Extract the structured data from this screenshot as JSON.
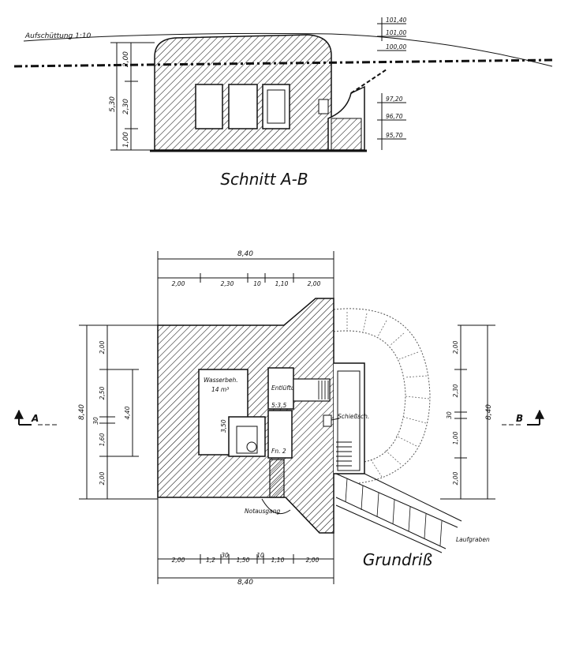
{
  "section": {
    "title": "Schnitt A-B",
    "fill_note": "Aufschüttung 1:10",
    "elev_labels": [
      "101,40",
      "101,00",
      "100,00",
      "97,20",
      "96,70",
      "95,70"
    ],
    "vert_dims": [
      "2,00",
      "2,30",
      "1,00"
    ],
    "total_height": "5,30"
  },
  "plan": {
    "title": "Grundriß",
    "width_total_top": "8,40",
    "width_total_bottom": "8,40",
    "top_dims": [
      "2,00",
      "2,30",
      "10",
      "1,10",
      "2,00"
    ],
    "bottom_dims": [
      "2,00",
      "1,2",
      "30",
      "1,50",
      "10",
      "1,10",
      "2,00"
    ],
    "left_dims": [
      "2,00",
      "2,50",
      "30",
      "1,60",
      "2,00"
    ],
    "left_inner": "4,40",
    "left_total": "8,40",
    "right_dims": [
      "2,00",
      "2,30",
      "1,00",
      "2,00"
    ],
    "right_small": "30",
    "right_total": "8,40",
    "room_labels": {
      "water_tank": "Wasserbeh.",
      "water_volume": "14 m³",
      "ventilation": "Entlüftung",
      "loophole": "Schießsch.",
      "emergency_exit": "Notausgang",
      "trench": "Laufgraben",
      "small1": "5:3,5",
      "small2": "3,50",
      "small3": "Fn. 2"
    },
    "markers": {
      "left": "A",
      "right": "B"
    }
  },
  "colors": {
    "ink": "#111111",
    "paper": "#ffffff"
  }
}
